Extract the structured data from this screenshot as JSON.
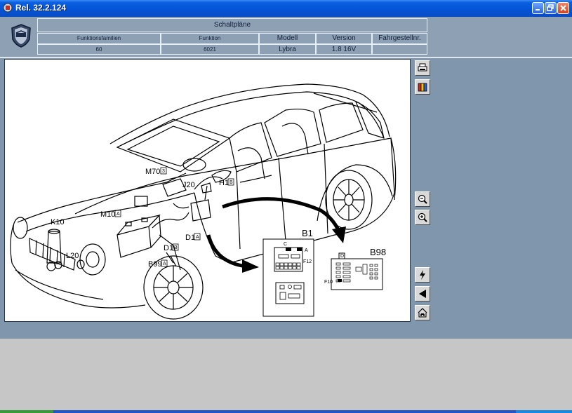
{
  "window": {
    "title": "Rel. 32.2.124"
  },
  "header": {
    "section_title": "Schaltpläne",
    "columns": [
      {
        "label": "Funktionsfamilien",
        "value": "60"
      },
      {
        "label": "Funktion",
        "value": "6021"
      },
      {
        "label": "Modell",
        "value": "Lybra"
      },
      {
        "label": "Version",
        "value": "1.8 16V"
      },
      {
        "label": "Fahrgestellnr.",
        "value": ""
      }
    ]
  },
  "diagram": {
    "labels": {
      "m70": "M70",
      "m70_box": "3",
      "j20": "J20",
      "h1": "H1",
      "h1_box": "B",
      "m10": "M10",
      "m10_box": "A",
      "k10": "K10",
      "d1": "D1",
      "d1_box": "A",
      "d1b": "D1",
      "d1b_box": "B",
      "b99": "B99",
      "b99_box": "A",
      "l20": "L20",
      "b1": "B1",
      "b98": "B98",
      "c": "C",
      "a": "A",
      "f12": "F12",
      "d": "D",
      "f10": "F10"
    }
  },
  "toolbar": {
    "icons": [
      "printer-icon",
      "book-icon",
      "zoom-out-icon",
      "zoom-in-icon",
      "lightning-icon",
      "back-arrow-icon",
      "home-car-icon"
    ]
  }
}
